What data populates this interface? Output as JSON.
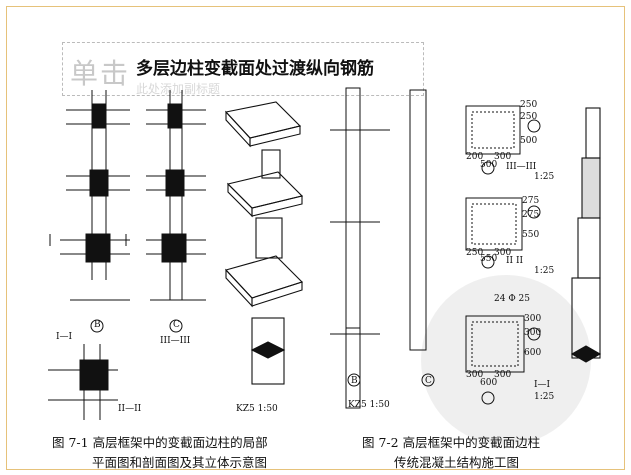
{
  "slide": {
    "title": "多层边柱变截面处过渡纵向钢筋",
    "ghost_text": "单击",
    "ghost_sub": "此处添加副标题"
  },
  "fig1": {
    "caption_line1": "图 7-1   高层框架中的变截面边柱的局部",
    "caption_line2": "平面图和剖面图及其立体示意图",
    "scale_label": "KZ5  1:50",
    "sec_i": "I—I",
    "sec_iii": "III—III",
    "sec_ii": "II—II",
    "axis_b": "B",
    "axis_c": "C"
  },
  "fig2": {
    "caption_line1": "图 7-2   高层框架中的变截面边柱",
    "caption_line2": "传统混凝土结构施工图",
    "scale_label": "KZ5  1:50",
    "sec_iii": "III—III",
    "sec_ii": "II  II",
    "sec_i": "I—I",
    "scale_125": "1:25",
    "rebar_note": "24 Φ 25",
    "dims_top": [
      "250",
      "250",
      "500",
      "200",
      "300",
      "500"
    ],
    "dims_mid": [
      "275",
      "275",
      "550",
      "250",
      "300",
      "550"
    ],
    "dims_bot": [
      "300",
      "300",
      "600",
      "300",
      "300",
      "600"
    ],
    "axis_b": "B",
    "axis_c": "C"
  },
  "colors": {
    "frame": "#e6c27a",
    "ink": "#111111"
  }
}
